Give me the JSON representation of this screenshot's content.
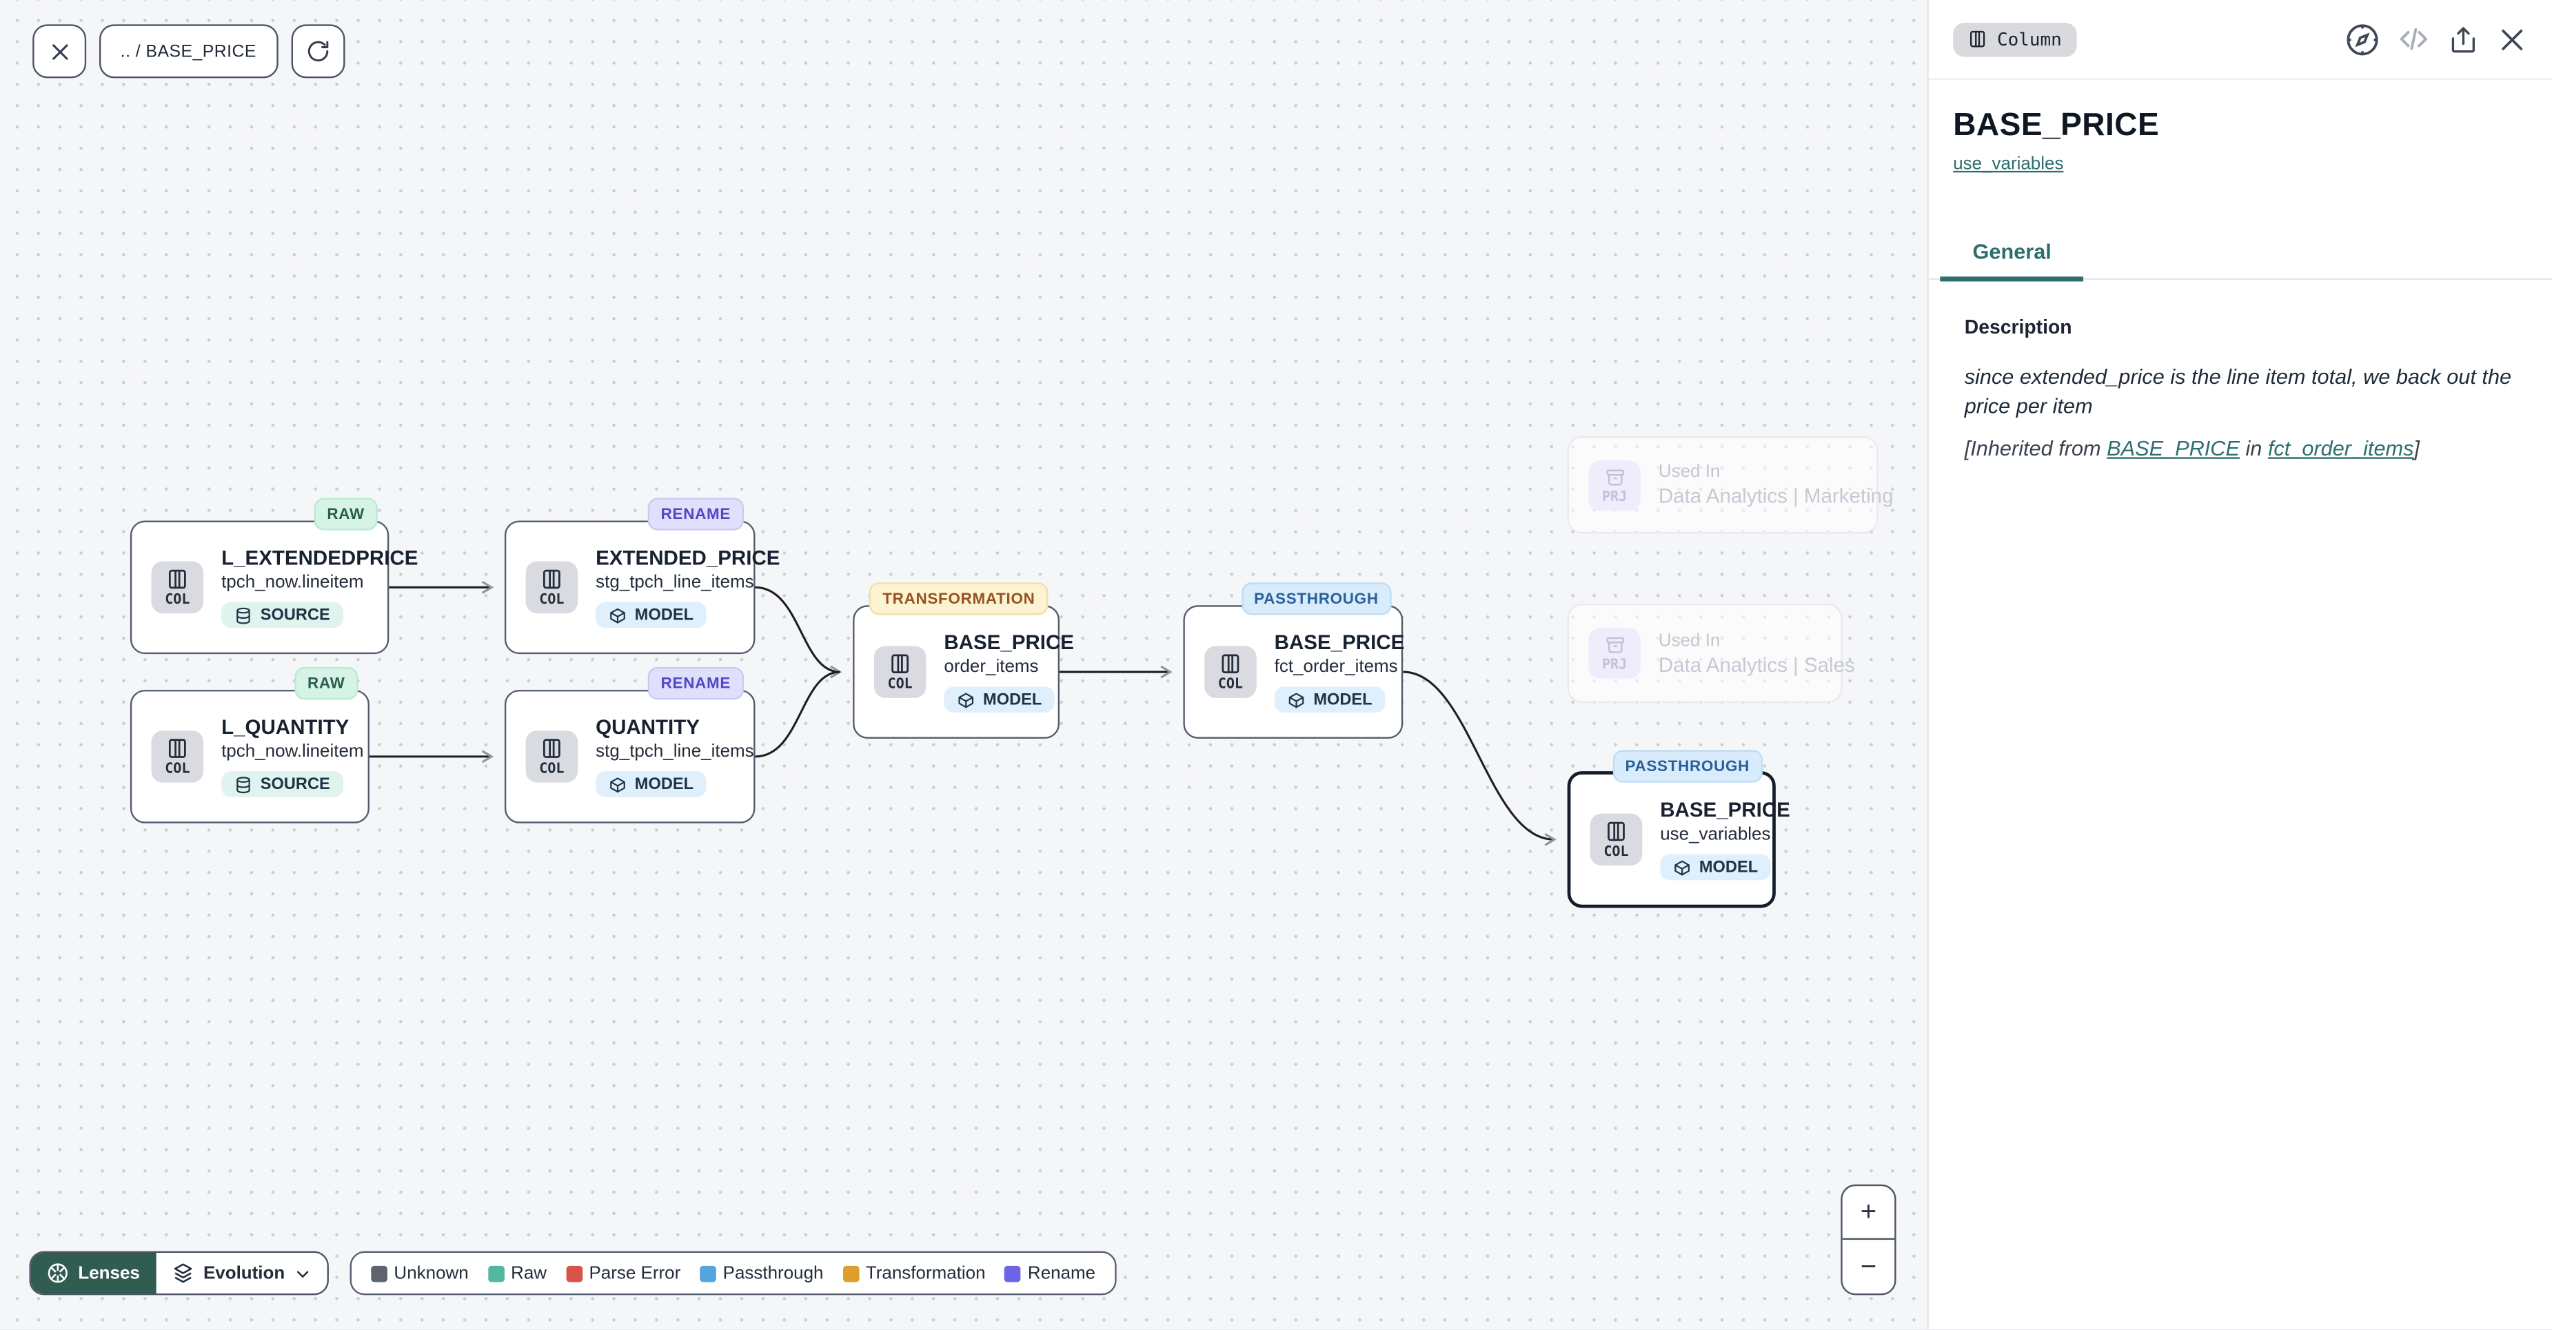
{
  "toolbar": {
    "breadcrumb": ".. / BASE_PRICE"
  },
  "graph": {
    "nodes": [
      {
        "kind": "COL",
        "badge": "RAW",
        "title": "L_EXTENDEDPRICE",
        "subtitle": "tpch_now.lineitem",
        "chip": "SOURCE"
      },
      {
        "kind": "COL",
        "badge": "RENAME",
        "title": "EXTENDED_PRICE",
        "subtitle": "stg_tpch_line_items",
        "chip": "MODEL"
      },
      {
        "kind": "COL",
        "badge": "RAW",
        "title": "L_QUANTITY",
        "subtitle": "tpch_now.lineitem",
        "chip": "SOURCE"
      },
      {
        "kind": "COL",
        "badge": "RENAME",
        "title": "QUANTITY",
        "subtitle": "stg_tpch_line_items",
        "chip": "MODEL"
      },
      {
        "kind": "COL",
        "badge": "TRANSFORMATION",
        "title": "BASE_PRICE",
        "subtitle": "order_items",
        "chip": "MODEL"
      },
      {
        "kind": "COL",
        "badge": "PASSTHROUGH",
        "title": "BASE_PRICE",
        "subtitle": "fct_order_items",
        "chip": "MODEL"
      },
      {
        "kind": "COL",
        "badge": "PASSTHROUGH",
        "title": "BASE_PRICE",
        "subtitle": "use_variables",
        "chip": "MODEL"
      }
    ],
    "used_in": [
      {
        "kind": "PRJ",
        "label": "Used In",
        "value": "Data Analytics | Marketing"
      },
      {
        "kind": "PRJ",
        "label": "Used In",
        "value": "Data Analytics | Sales"
      }
    ]
  },
  "footer": {
    "lenses_label": "Lenses",
    "lens_selected": "Evolution",
    "legend": [
      {
        "label": "Unknown",
        "color": "#5f646c"
      },
      {
        "label": "Raw",
        "color": "#52b79e"
      },
      {
        "label": "Parse Error",
        "color": "#d85349"
      },
      {
        "label": "Passthrough",
        "color": "#54a4de"
      },
      {
        "label": "Transformation",
        "color": "#dd9f2a"
      },
      {
        "label": "Rename",
        "color": "#6b63e8"
      }
    ]
  },
  "zoom_controls": {
    "zoom_in": "+",
    "zoom_out": "−"
  },
  "panel": {
    "type_badge": "Column",
    "actions": [
      "compass-icon",
      "code-icon",
      "share-icon",
      "close-icon"
    ],
    "title": "BASE_PRICE",
    "model_link": "use_variables",
    "tabs": [
      {
        "label": "General",
        "active": true
      }
    ],
    "description": {
      "heading": "Description",
      "body": "since extended_price is the line item total, we back out the price per item",
      "inherited_prefix": "[Inherited from ",
      "inherited_link1": "BASE_PRICE",
      "inherited_middle": " in ",
      "inherited_link2": "fct_order_items",
      "inherited_suffix": "]"
    }
  },
  "colors": {
    "accent_teal": "#2e6e6e",
    "lenses_green": "#305c51",
    "badge_raw_bg": "#d5f4e6",
    "badge_rename_bg": "#e1e0fc",
    "badge_transformation_bg": "#fcf3d2",
    "badge_passthrough_bg": "#d9ecfb",
    "edge": "#1c1e22"
  }
}
